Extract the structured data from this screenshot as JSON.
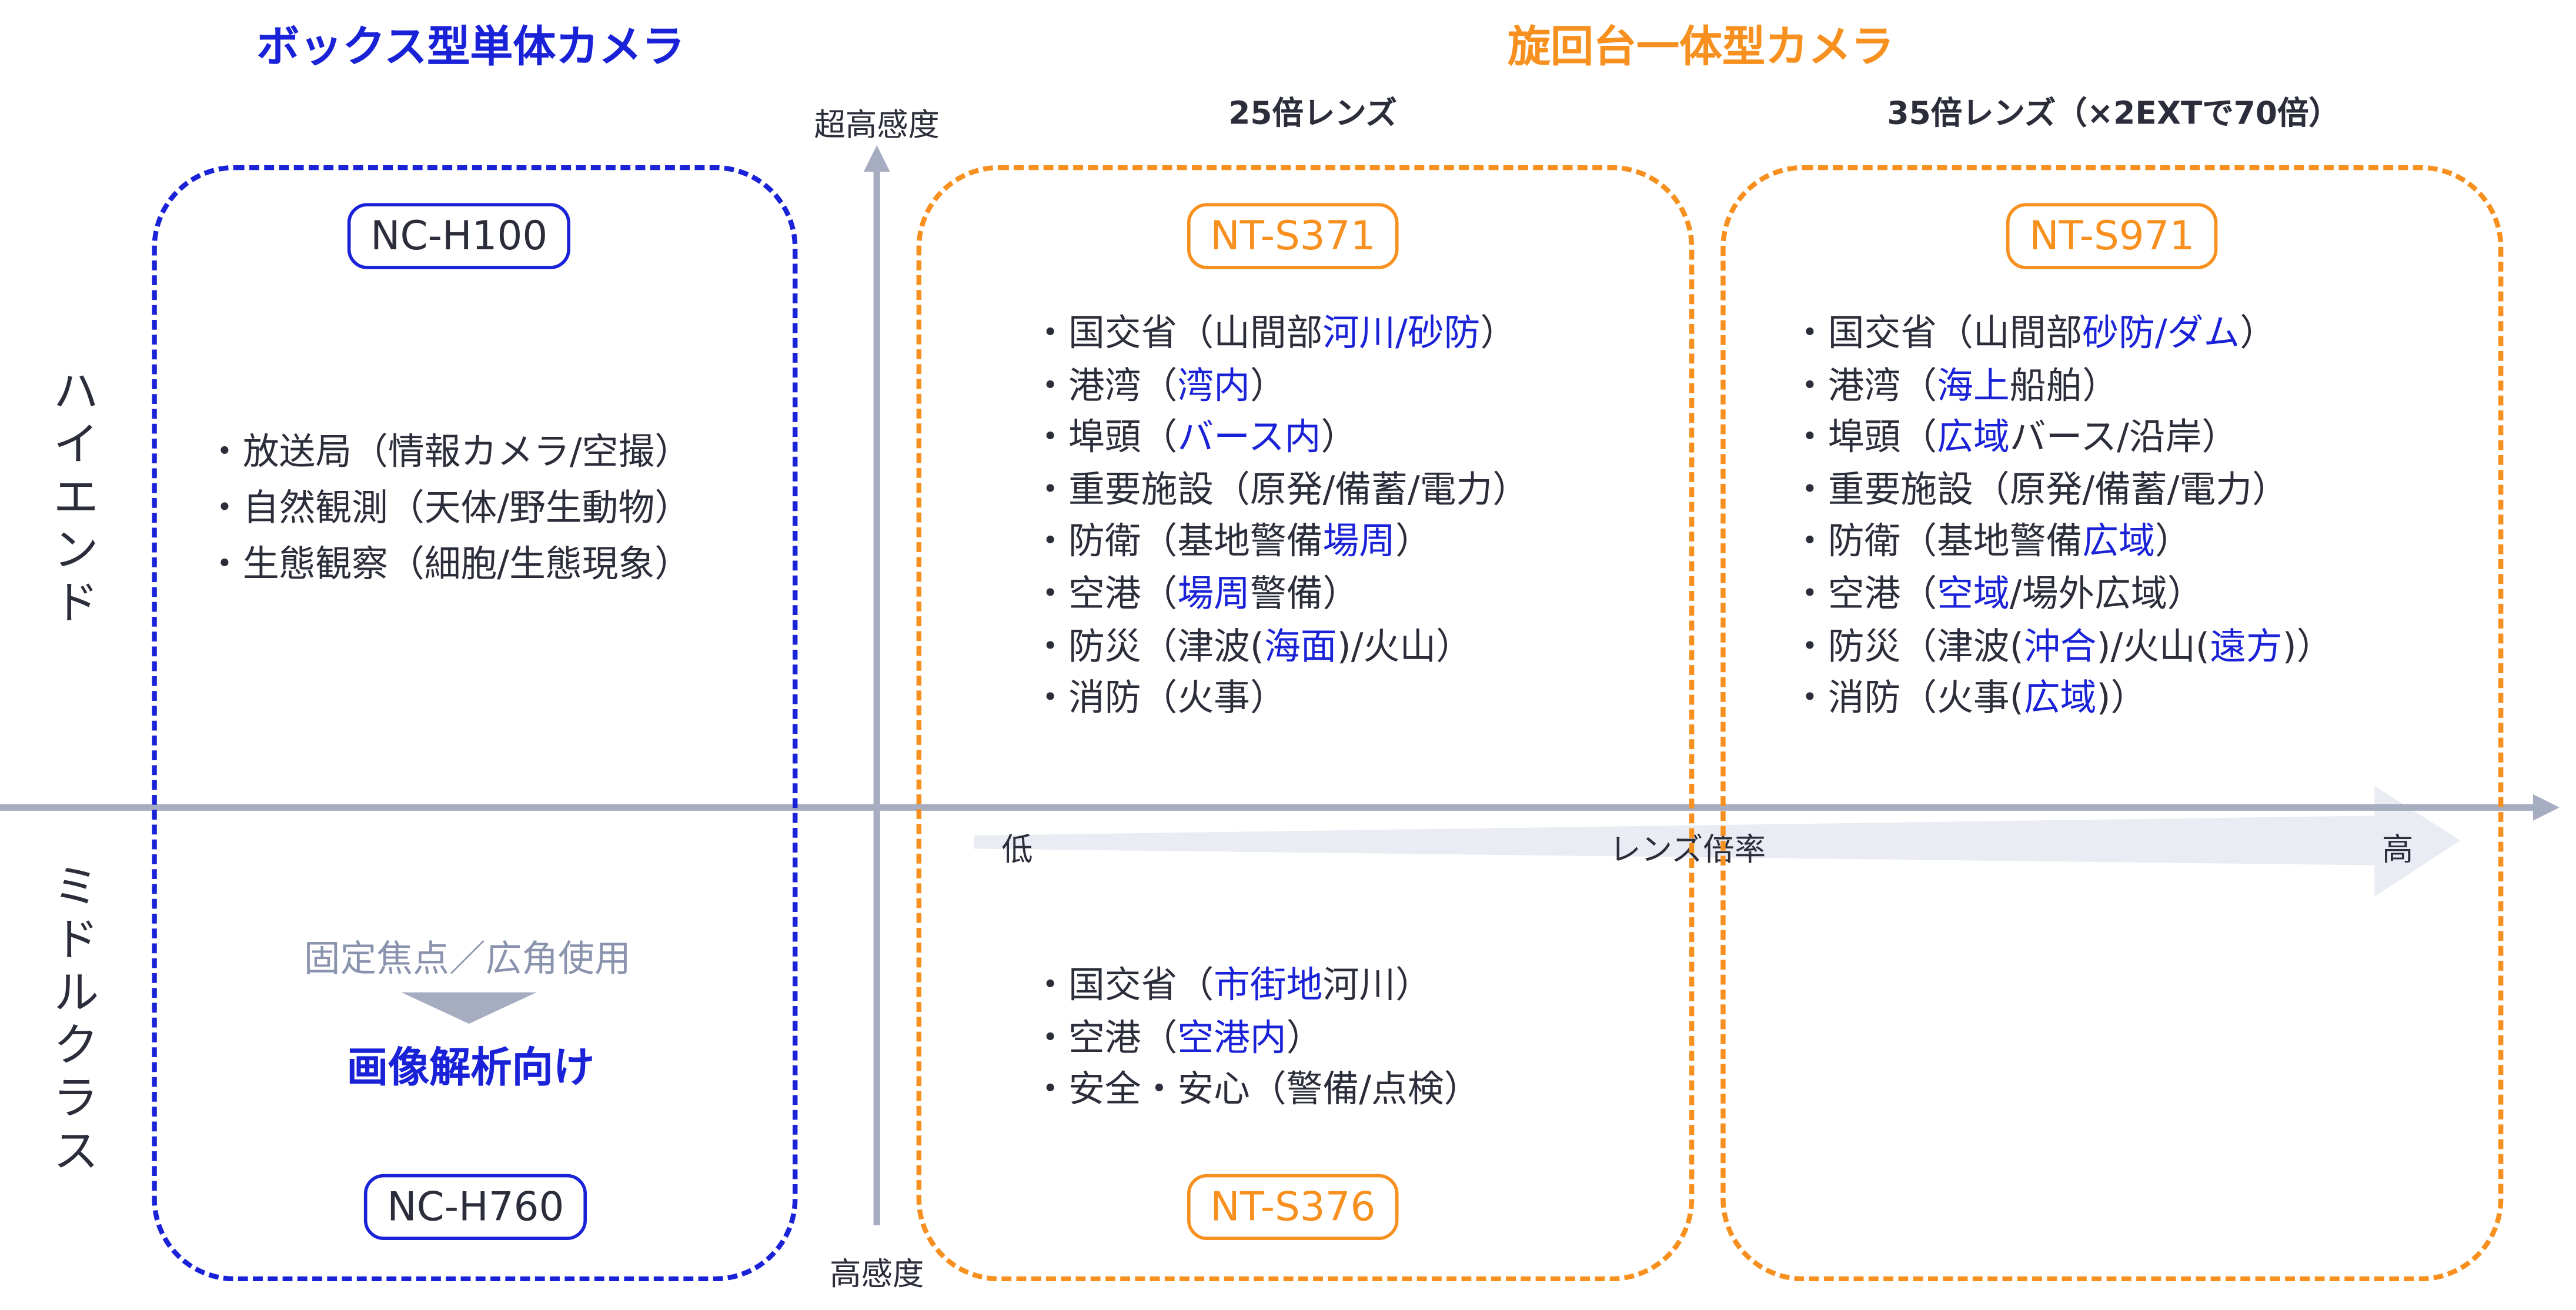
{
  "titles": {
    "box_camera": "ボックス型単体カメラ",
    "turntable_camera": "旋回台一体型カメラ"
  },
  "lens_headers": {
    "x25": "25倍レンズ",
    "x35": "35倍レンズ（×2EXTで70倍）"
  },
  "axes": {
    "sensitivity_high": "超高感度",
    "sensitivity_normal": "高感度",
    "lens_low": "低",
    "lens_label": "レンズ倍率",
    "lens_high": "高"
  },
  "tiers": {
    "high_end": "ハイエンド",
    "middle": "ミドルクラス"
  },
  "models": {
    "nc_h100": "NC-H100",
    "nc_h760": "NC-H760",
    "nt_s371": "NT-S371",
    "nt_s376": "NT-S376",
    "nt_s971": "NT-S971"
  },
  "box_notes": {
    "fixed": "固定焦点／広角使用",
    "analysis": "画像解析向け"
  },
  "colors": {
    "blue": "#1a22d8",
    "orange": "#f7901e",
    "axis": "#a6adc0",
    "text": "#2b2d3a"
  },
  "lists": {
    "nc_h100": [
      [
        {
          "t": "・放送局（情報カメラ/空撮）"
        }
      ],
      [
        {
          "t": "・自然観測（天体/野生動物）"
        }
      ],
      [
        {
          "t": "・生態観察（細胞/生態現象）"
        }
      ]
    ],
    "nt_s371": [
      [
        {
          "t": "・国交省（山間部"
        },
        {
          "t": "河川/砂防",
          "b": 1
        },
        {
          "t": "）"
        }
      ],
      [
        {
          "t": "・港湾（"
        },
        {
          "t": "湾内",
          "b": 1
        },
        {
          "t": "）"
        }
      ],
      [
        {
          "t": "・埠頭（"
        },
        {
          "t": "バース内",
          "b": 1
        },
        {
          "t": "）"
        }
      ],
      [
        {
          "t": "・重要施設（原発/備蓄/電力）"
        }
      ],
      [
        {
          "t": "・防衛（基地警備"
        },
        {
          "t": "場周",
          "b": 1
        },
        {
          "t": "）"
        }
      ],
      [
        {
          "t": "・空港（"
        },
        {
          "t": "場周",
          "b": 1
        },
        {
          "t": "警備）"
        }
      ],
      [
        {
          "t": "・防災（津波("
        },
        {
          "t": "海面",
          "b": 1
        },
        {
          "t": ")/火山）"
        }
      ],
      [
        {
          "t": "・消防（火事）"
        }
      ]
    ],
    "nt_s971": [
      [
        {
          "t": "・国交省（山間部"
        },
        {
          "t": "砂防/ダム",
          "b": 1
        },
        {
          "t": "）"
        }
      ],
      [
        {
          "t": "・港湾（"
        },
        {
          "t": "海上",
          "b": 1
        },
        {
          "t": "船舶）"
        }
      ],
      [
        {
          "t": "・埠頭（"
        },
        {
          "t": "広域",
          "b": 1
        },
        {
          "t": "バース/沿岸）"
        }
      ],
      [
        {
          "t": "・重要施設（原発/備蓄/電力）"
        }
      ],
      [
        {
          "t": "・防衛（基地警備"
        },
        {
          "t": "広域",
          "b": 1
        },
        {
          "t": "）"
        }
      ],
      [
        {
          "t": "・空港（"
        },
        {
          "t": "空域",
          "b": 1
        },
        {
          "t": "/場外広域）"
        }
      ],
      [
        {
          "t": "・防災（津波("
        },
        {
          "t": "沖合",
          "b": 1
        },
        {
          "t": ")/火山("
        },
        {
          "t": "遠方",
          "b": 1
        },
        {
          "t": ")）"
        }
      ],
      [
        {
          "t": "・消防（火事("
        },
        {
          "t": "広域",
          "b": 1
        },
        {
          "t": ")）"
        }
      ]
    ],
    "nt_s376": [
      [
        {
          "t": "・国交省（"
        },
        {
          "t": "市街地",
          "b": 1
        },
        {
          "t": "河川）"
        }
      ],
      [
        {
          "t": "・空港（"
        },
        {
          "t": "空港内",
          "b": 1
        },
        {
          "t": "）"
        }
      ],
      [
        {
          "t": "・安全・安心（警備/点検）"
        }
      ]
    ]
  }
}
